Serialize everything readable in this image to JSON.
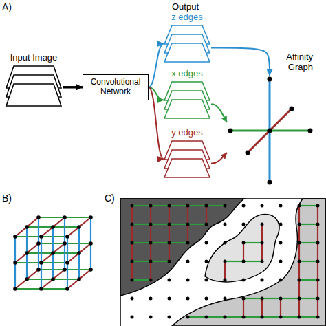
{
  "diagram": {
    "nodes": [
      {
        "text": [
          "Input Image"
        ]
      },
      {
        "text": [
          "Convolutional Network"
        ]
      },
      {
        "text": [
          "z edges"
        ]
      },
      {
        "text": [
          "x edges"
        ]
      },
      {
        "text": [
          "y edges"
        ]
      },
      {
        "text": [
          "Affinity Graph"
        ]
      }
    ],
    "edges": [
      {
        "from": 0,
        "to": 1,
        "arrow": "to"
      },
      {
        "from": 1,
        "to": 2,
        "arrow": "to"
      },
      {
        "from": 1,
        "to": 3,
        "arrow": "to"
      },
      {
        "from": 1,
        "to": 4,
        "arrow": "to"
      },
      {
        "from": 2,
        "to": 5,
        "arrow": "to"
      },
      {
        "from": 3,
        "to": 5,
        "arrow": "to"
      },
      {
        "from": 4,
        "to": 5,
        "arrow": "to"
      }
    ],
    "labels": [
      "A)",
      "Output",
      "B)",
      "C)"
    ]
  }
}
